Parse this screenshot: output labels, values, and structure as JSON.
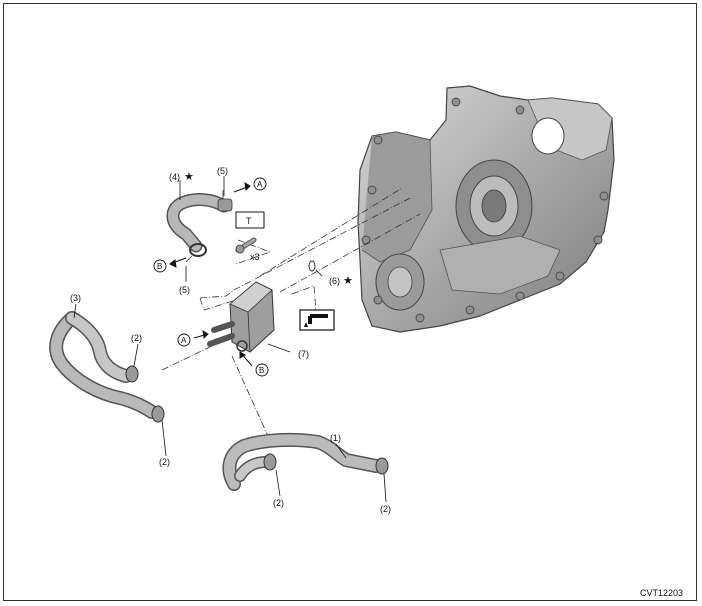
{
  "callouts": {
    "p1": "(1)",
    "p2a": "(2)",
    "p2b": "(2)",
    "p2c": "(2)",
    "p2d": "(2)",
    "p3": "(3)",
    "p4": "(4)",
    "p5a": "(5)",
    "p5b": "(5)",
    "p6": "(6)",
    "p7": "(7)"
  },
  "markers": {
    "a1": "A",
    "a2": "A",
    "b1": "B",
    "b2": "B"
  },
  "symbols": {
    "star": "★",
    "torque": "T",
    "bolt_qty": "x3"
  },
  "icons": [
    "reuse-star-icon",
    "torque-box-icon",
    "fluid-apply-icon"
  ],
  "figure_code": "CVT12203"
}
